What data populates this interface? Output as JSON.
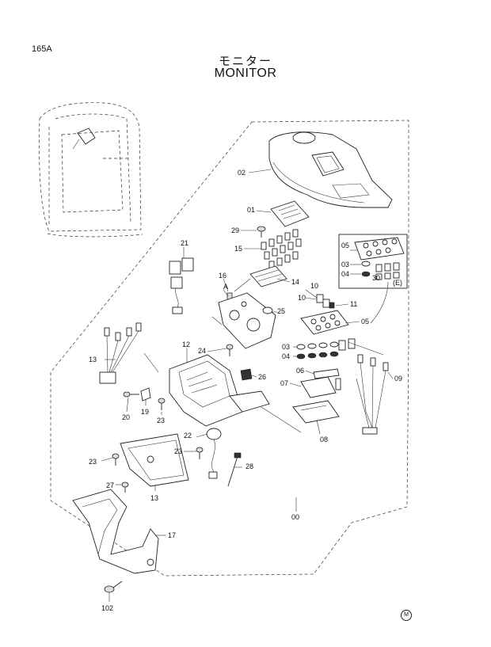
{
  "header": {
    "page_code": "165A",
    "title_jp": "モニター",
    "title_en": "MONITOR"
  },
  "callouts": {
    "p00": "00",
    "p01": "01",
    "p02": "02",
    "p03a": "03",
    "p03b": "03",
    "p04a": "04",
    "p04b": "04",
    "p05a": "05",
    "p05b": "05",
    "p06": "06",
    "p07": "07",
    "p08": "08",
    "p09": "09",
    "p10a": "10",
    "p10b": "10",
    "p11": "11",
    "p12": "12",
    "p13a": "13",
    "p13b": "13",
    "p14": "14",
    "p15": "15",
    "p16": "16",
    "p17": "17",
    "p19": "19",
    "p20": "20",
    "p21": "21",
    "p22": "22",
    "p23a": "23",
    "p23b": "23",
    "p23c": "23",
    "p24": "24",
    "p25": "25",
    "p26": "26",
    "p27": "27",
    "p28": "28",
    "p29": "29",
    "p30": "30",
    "p102": "102",
    "ref_a": "A",
    "ref_e": "(E)"
  },
  "footer": {
    "mark": "M"
  }
}
